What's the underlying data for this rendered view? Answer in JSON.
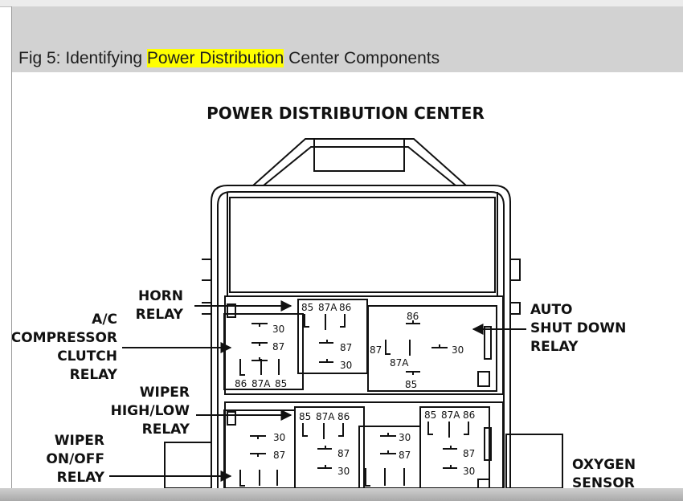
{
  "caption": {
    "prefix": "Fig 5: Identifying ",
    "highlight": "Power Distribution",
    "suffix": " Center Components"
  },
  "diagram": {
    "title": "POWER DISTRIBUTION CENTER",
    "labels": {
      "horn": [
        "HORN",
        "RELAY"
      ],
      "ac": [
        "A/C",
        "COMPRESSOR",
        "CLUTCH",
        "RELAY"
      ],
      "wiper_hl": [
        "WIPER",
        "HIGH/LOW",
        "RELAY"
      ],
      "wiper_onoff": [
        "WIPER",
        "ON/OFF",
        "RELAY"
      ],
      "auto": [
        "AUTO",
        "SHUT DOWN",
        "RELAY"
      ],
      "oxygen": [
        "OXYGEN",
        "SENSOR"
      ]
    },
    "pins": {
      "p85": "85",
      "p86": "86",
      "p87": "87",
      "p87a": "87A",
      "p30": "30"
    }
  }
}
